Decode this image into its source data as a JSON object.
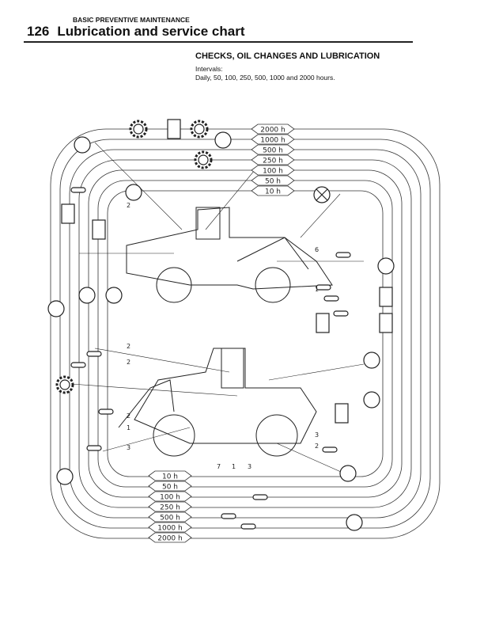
{
  "header": {
    "section": "BASIC PREVENTIVE MAINTENANCE",
    "page_number": "126",
    "title": "Lubrication and service chart"
  },
  "content": {
    "heading": "CHECKS, OIL CHANGES AND LUBRICATION",
    "intervals_label": "Intervals:",
    "intervals_text": "Daily, 50, 100, 250, 500, 1000 and 2000 hours."
  },
  "diagram": {
    "top_intervals": [
      "2000 h",
      "1000 h",
      "500 h",
      "250 h",
      "100 h",
      "50 h",
      "10 h"
    ],
    "bottom_intervals": [
      "10 h",
      "50 h",
      "100 h",
      "250 h",
      "500 h",
      "1000 h",
      "2000 h"
    ],
    "callouts": [
      "2",
      "2",
      "2",
      "2",
      "1",
      "3",
      "7",
      "1",
      "3",
      "6",
      "1",
      "3",
      "2"
    ]
  }
}
